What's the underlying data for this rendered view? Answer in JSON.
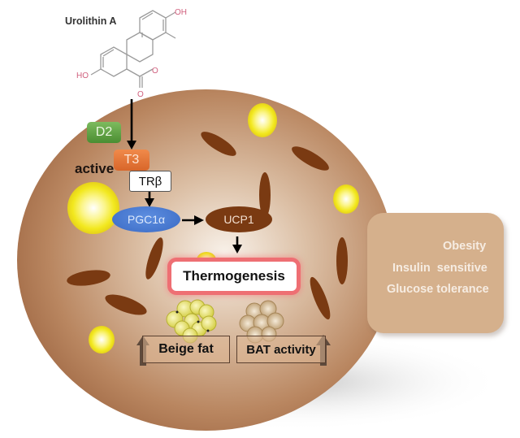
{
  "compound": {
    "name": "Urolithin A",
    "oh_top": "OH",
    "oh_left": "HO",
    "ring_o": "O",
    "carbonyl_o": "O"
  },
  "pathway": {
    "enzyme": "D2",
    "hormone": "T3",
    "hormone_state": "active",
    "receptor": "TRβ",
    "coactivator": "PGC1α",
    "protein": "UCP1",
    "outcome": "Thermogenesis"
  },
  "adipose": {
    "beige_label": "Beige fat",
    "bat_label": "BAT activity",
    "beige_direction": "up",
    "bat_direction": "up"
  },
  "effects_panel": {
    "decrease": [
      {
        "label": "Obesity"
      }
    ],
    "increase": [
      {
        "label": "Insulin  sensitive"
      },
      {
        "label": "Glucose tolerance"
      }
    ]
  },
  "colors": {
    "cell_body": "#b07a55",
    "mitochondria": "#7a3a12",
    "lipid_droplet": "#f2e81e",
    "d2": "#5ea343",
    "t3": "#e7773a",
    "pgc1a": "#4a7ad2",
    "thermogenesis_border": "#ee6f73",
    "panel": "#d5b08c",
    "arrow_brown": "#5e4a3c"
  }
}
